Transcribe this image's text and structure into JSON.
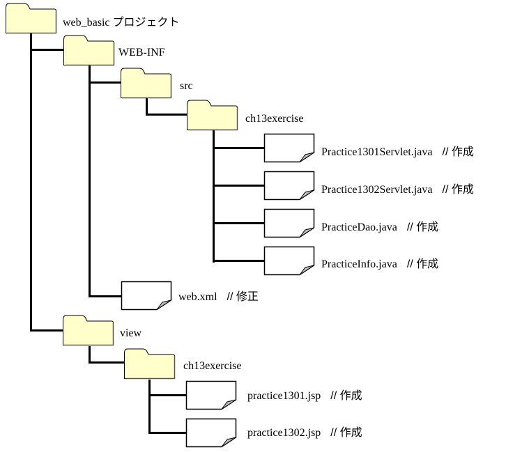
{
  "tree": {
    "root": {
      "name": "web_basic プロジェクト",
      "type": "folder"
    },
    "webinf": {
      "name": "WEB-INF",
      "type": "folder"
    },
    "src": {
      "name": "src",
      "type": "folder"
    },
    "ch13_src": {
      "name": "ch13exercise",
      "type": "folder"
    },
    "files_src": [
      {
        "name": "Practice1301Servlet.java",
        "comment": "// 作成"
      },
      {
        "name": "Practice1302Servlet.java",
        "comment": "// 作成"
      },
      {
        "name": "PracticeDao.java",
        "comment": "// 作成"
      },
      {
        "name": "PracticeInfo.java",
        "comment": "// 作成"
      }
    ],
    "webxml": {
      "name": "web.xml",
      "comment": "// 修正"
    },
    "view": {
      "name": "view",
      "type": "folder"
    },
    "ch13_view": {
      "name": "ch13exercise",
      "type": "folder"
    },
    "files_view": [
      {
        "name": "practice1301.jsp",
        "comment": "// 作成"
      },
      {
        "name": "practice1302.jsp",
        "comment": "// 作成"
      }
    ]
  },
  "colors": {
    "folder_fill": "#ffffcc",
    "file_fill": "#ffffff",
    "fold_fill": "#c0c0c0",
    "line": "#000000"
  }
}
